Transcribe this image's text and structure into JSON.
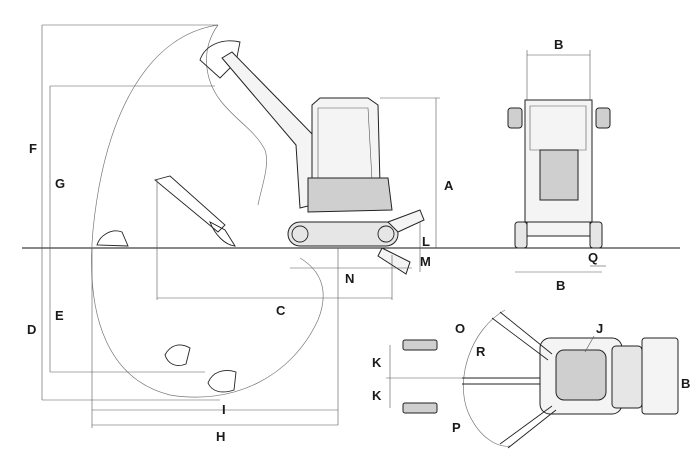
{
  "dimension_labels": {
    "A": "A",
    "B": "B",
    "C": "C",
    "D": "D",
    "E": "E",
    "F": "F",
    "G": "G",
    "H": "H",
    "I": "I",
    "J": "J",
    "K": "K",
    "L": "L",
    "M": "M",
    "N": "N",
    "O": "O",
    "P": "P",
    "Q": "Q",
    "R": "R"
  }
}
